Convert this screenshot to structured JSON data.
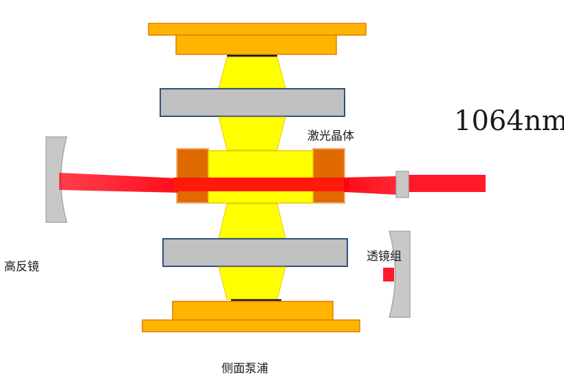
{
  "labels": {
    "laser_crystal": "激光晶体",
    "high_reflector": "高反镜",
    "lens_group": "透镜组",
    "side_pump": "侧面泵浦",
    "wavelength": "1064nm"
  },
  "colors": {
    "pump_orange": "#FFB400",
    "pump_border": "#E07B00",
    "light_yellow": "#FFFF00",
    "gray_block": "#C0C0C0",
    "gray_block_border": "#2F4F7F",
    "crystal_end_orange": "#E06A00",
    "beam_red": "#FF0010",
    "mirror_gray": "#C8C8C8"
  }
}
